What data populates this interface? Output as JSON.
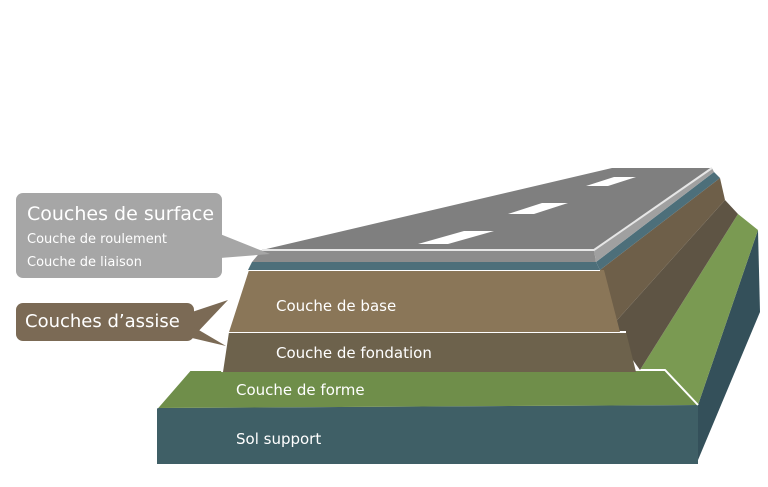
{
  "callouts": {
    "surface": {
      "title": "Couches de surface",
      "items": [
        "Couche de roulement",
        "Couche de liaison"
      ]
    },
    "assise": {
      "title": "Couches d’assise"
    }
  },
  "layers": {
    "base": "Couche de base",
    "fondation": "Couche de fondation",
    "forme": "Couche de forme",
    "sol": "Sol support"
  },
  "colors": {
    "surface": "#7f7f7f",
    "roulement_edge": "#4d6f7a",
    "base": "#8a7658",
    "fondation": "#6d624c",
    "forme": "#6f8e4a",
    "sol": "#3e5c61"
  }
}
